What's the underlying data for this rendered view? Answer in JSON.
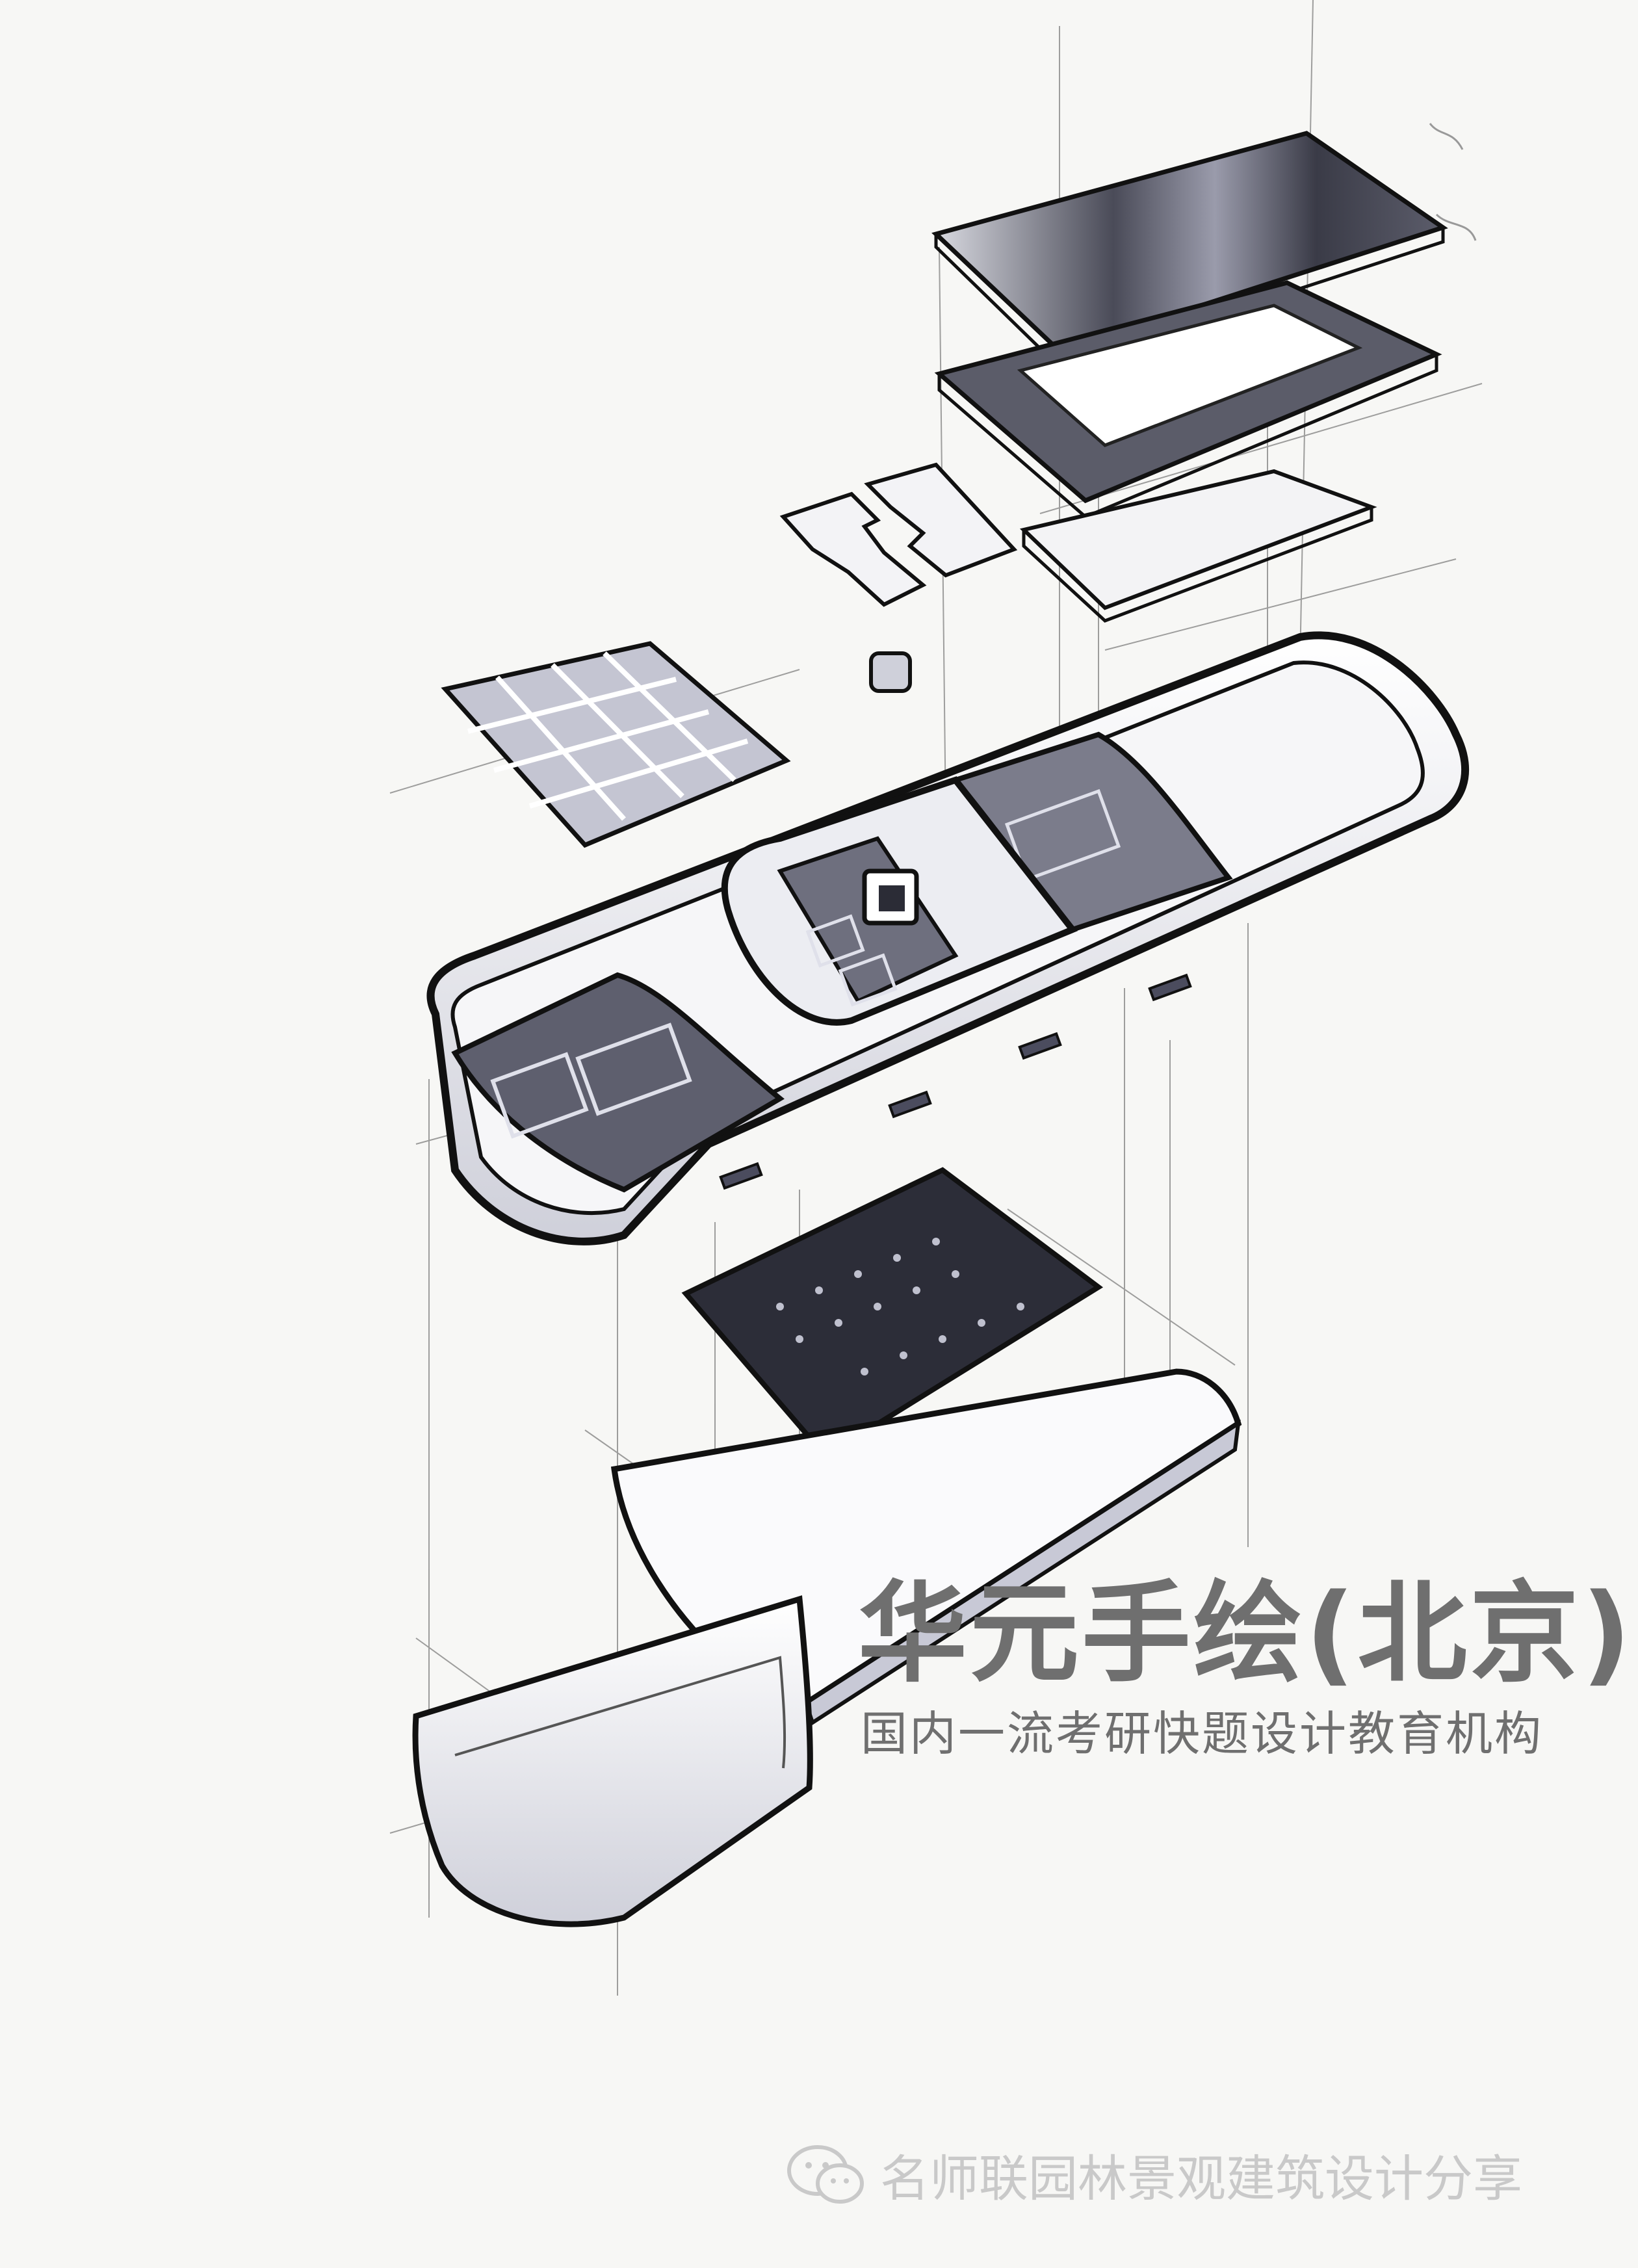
{
  "watermark": {
    "title": "华元手绘(北京)",
    "subtitle": "国内一流考研快题设计教育机构"
  },
  "footer": {
    "icon": "wechat-icon",
    "text": "名师联园林景观建筑设计分享"
  },
  "colors": {
    "paper": "#f7f7f5",
    "ink": "#111111",
    "marker_gray": "#8d8f9e",
    "dark_gray": "#3c3d48",
    "watermark": "#6f6f6f"
  }
}
